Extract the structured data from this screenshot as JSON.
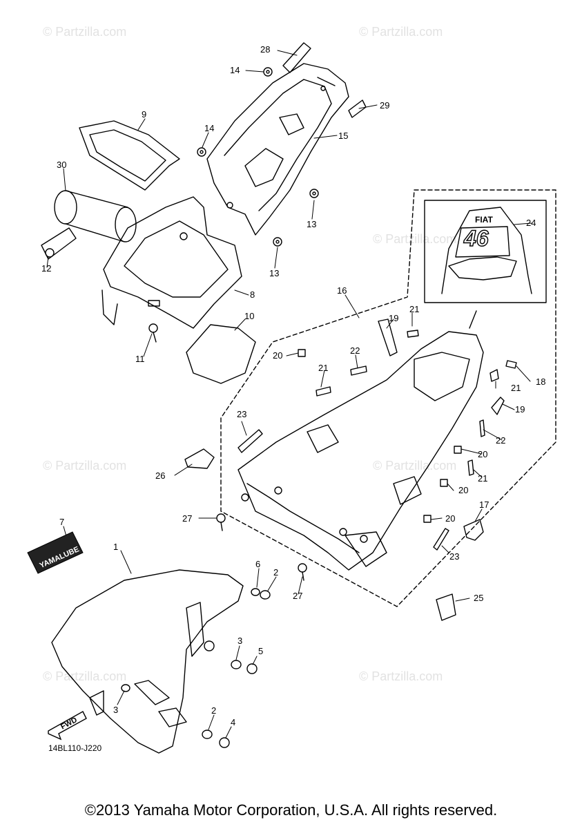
{
  "watermark": "© Partzilla.com",
  "diagram_code": "14BL110-J220",
  "copyright": "©2013 Yamaha Motor Corporation, U.S.A. All rights reserved.",
  "decals": {
    "yamalube": "YAMALUBE",
    "fwd": "FWD",
    "fiat": "FIAT",
    "number": "46"
  },
  "callouts": [
    "1",
    "2",
    "2",
    "3",
    "3",
    "4",
    "5",
    "6",
    "7",
    "8",
    "9",
    "10",
    "11",
    "12",
    "13",
    "13",
    "14",
    "14",
    "15",
    "16",
    "17",
    "18",
    "19",
    "19",
    "20",
    "20",
    "20",
    "20",
    "21",
    "21",
    "21",
    "21",
    "22",
    "22",
    "23",
    "23",
    "24",
    "25",
    "26",
    "27",
    "27",
    "28",
    "29",
    "30"
  ]
}
